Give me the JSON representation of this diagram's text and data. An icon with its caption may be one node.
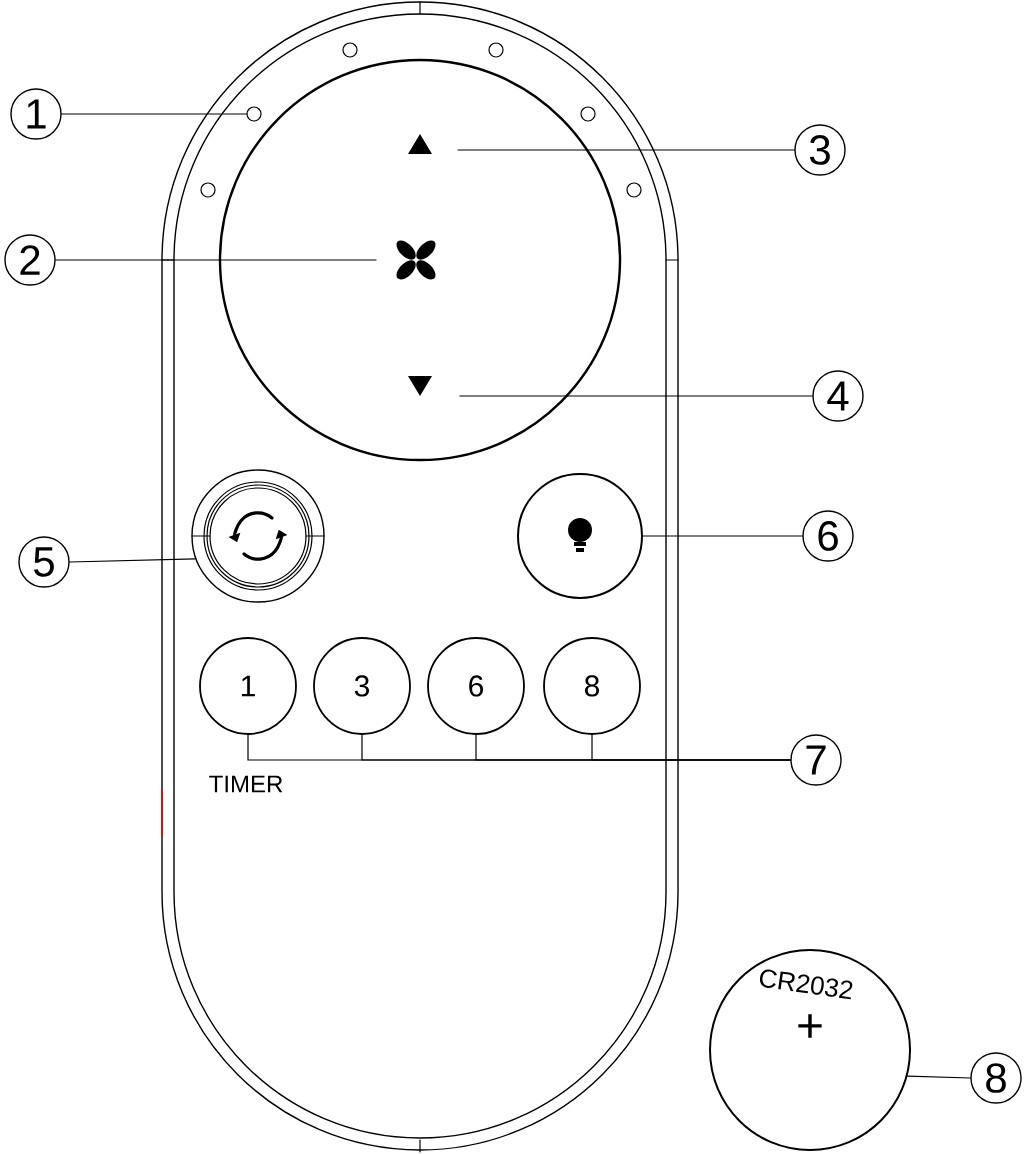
{
  "diagram": {
    "nodes": [
      {
        "text": [
          "1"
        ]
      },
      {
        "text": [],
        "shape": "circle"
      },
      {
        "text": [],
        "shape": "circle"
      },
      {
        "text": [],
        "shape": "circle"
      },
      {
        "text": [],
        "shape": "circle"
      },
      {
        "text": [],
        "shape": "circle"
      },
      {
        "text": [],
        "shape": "circle"
      },
      {
        "text": [
          "2"
        ]
      },
      {
        "text": [
          "3"
        ]
      },
      {
        "text": [
          "4"
        ]
      },
      {
        "text": [],
        "shape": "circle"
      },
      {
        "text": [
          "5"
        ]
      },
      {
        "text": [],
        "shape": "circle"
      },
      {
        "text": [
          "6"
        ]
      },
      {
        "text": [],
        "shape": "circle"
      },
      {
        "text": [
          "1"
        ]
      },
      {
        "text": [
          "3"
        ]
      },
      {
        "text": [
          "6"
        ]
      },
      {
        "text": [
          "8"
        ]
      },
      {
        "text": [
          "7"
        ]
      },
      {
        "text": [
          "CR2032",
          "+"
        ]
      },
      {
        "text": [
          "8"
        ]
      }
    ],
    "edges": [
      {
        "from": 0,
        "to": 2,
        "arrow": "none"
      },
      {
        "from": 7,
        "to": 10,
        "arrow": "none"
      },
      {
        "from": 8,
        "to": 10,
        "arrow": "none"
      },
      {
        "from": 9,
        "to": 10,
        "arrow": "none"
      },
      {
        "from": 11,
        "to": 12,
        "arrow": "none"
      },
      {
        "from": 13,
        "to": 14,
        "arrow": "none"
      },
      {
        "from": 19,
        "to": 15,
        "arrow": "none"
      },
      {
        "from": 19,
        "to": 16,
        "arrow": "none"
      },
      {
        "from": 19,
        "to": 17,
        "arrow": "none"
      },
      {
        "from": 19,
        "to": 18,
        "arrow": "none"
      },
      {
        "from": 21,
        "to": 20,
        "arrow": "none"
      }
    ],
    "labels": [
      "TIMER"
    ]
  }
}
